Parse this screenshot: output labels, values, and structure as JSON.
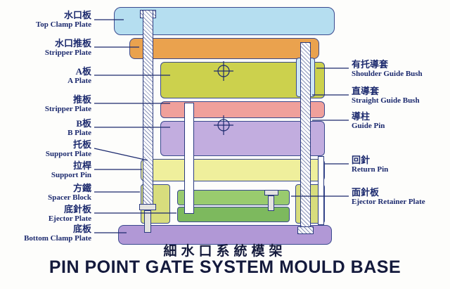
{
  "title": {
    "chinese": "細水口系統模架",
    "english": "PIN POINT GATE SYSTEM MOULD BASE"
  },
  "left_labels": [
    {
      "cn": "水口板",
      "en": "Top Clamp Plate"
    },
    {
      "cn": "水口推板",
      "en": "Stripper Plate"
    },
    {
      "cn": "A板",
      "en": "A Plate"
    },
    {
      "cn": "推板",
      "en": "Stripper Plate"
    },
    {
      "cn": "B板",
      "en": "B Plate"
    },
    {
      "cn": "托板",
      "en": "Support Plate"
    },
    {
      "cn": "拉桿",
      "en": "Support Pin"
    },
    {
      "cn": "方鐵",
      "en": "Spacer Block"
    },
    {
      "cn": "底針板",
      "en": "Ejector Plate"
    },
    {
      "cn": "底板",
      "en": "Bottom Clamp Plate"
    }
  ],
  "right_labels": [
    {
      "cn": "有托導套",
      "en": "Shoulder Guide Bush"
    },
    {
      "cn": "直導套",
      "en": "Straight Guide Bush"
    },
    {
      "cn": "導柱",
      "en": "Guide Pin"
    },
    {
      "cn": "回針",
      "en": "Return Pin"
    },
    {
      "cn": "面針板",
      "en": "Ejector Retainer Plate"
    }
  ],
  "colors": {
    "label_text": "#1c2a6e",
    "title_text": "#141a3c",
    "outline": "#3a4a8e",
    "top_clamp_plate": "#b5def0",
    "stripper_plate_top": "#eaa24e",
    "a_plate": "#ccd14d",
    "stripper_plate_mid": "#f0a09b",
    "b_plate": "#c2addf",
    "support_plate": "#efef9c",
    "spacer_block": "#d8dd7d",
    "ejector_retainer_plate": "#99cb6e",
    "ejector_plate": "#7db95e",
    "bottom_clamp_plate": "#b198d6",
    "shoulder_bush": "#cfe7f5"
  }
}
